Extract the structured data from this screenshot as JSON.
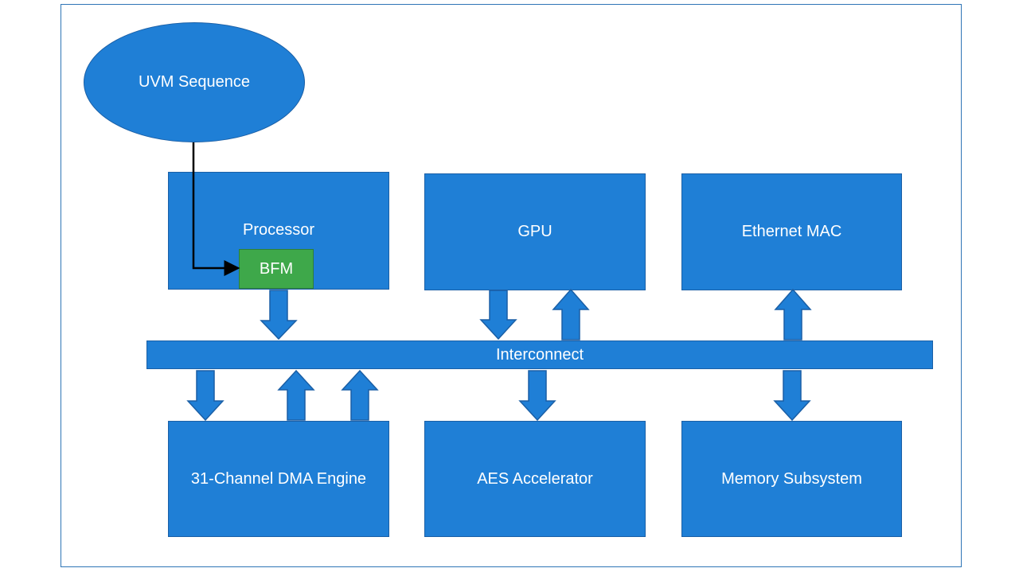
{
  "diagram": {
    "uvm_sequence": "UVM Sequence",
    "processor": "Processor",
    "bfm": "BFM",
    "gpu": "GPU",
    "ethernet_mac": "Ethernet MAC",
    "interconnect": "Interconnect",
    "dma_engine": "31-Channel DMA Engine",
    "aes_accelerator": "AES Accelerator",
    "memory_subsystem": "Memory Subsystem"
  },
  "colors": {
    "block_fill": "#1f7fd6",
    "block_border": "#1a5fa6",
    "bfm_fill": "#3ea84a",
    "text": "#ffffff",
    "frame": "#2e75b6",
    "connector": "#000000"
  }
}
